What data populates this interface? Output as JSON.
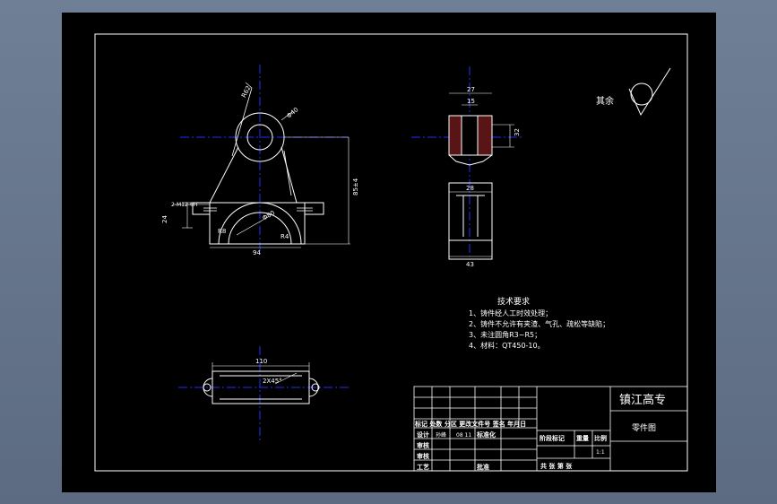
{
  "colors": {
    "background": "#000000",
    "line": "#ffffff",
    "centerline": "#1f2fff",
    "hatch": "#ff3b3b",
    "dimension": "#ffffff",
    "outer_frame": "#6f7f96"
  },
  "drawing": {
    "front_view": {
      "dims": {
        "r_top": "R62",
        "hole": "Φ40",
        "flange_holes": "2-M12-6H",
        "height": "85±4",
        "small_h": "24",
        "bore": "Φ80",
        "outer_r": "R8",
        "half_width": "94",
        "fillet": "R4"
      }
    },
    "side_view": {
      "dims": {
        "top_width": "27",
        "slot": "15",
        "side_h": "32",
        "mid_width": "28",
        "base_width": "43"
      }
    },
    "bottom_view": {
      "dims": {
        "length": "110",
        "label": "2X45°"
      }
    },
    "roughness_label": "其余",
    "tech_requirements": {
      "title": "技术要求",
      "items": [
        "1、铸件经人工时效处理；",
        "2、铸件不允许有夹渣、气孔、疏松等缺陷；",
        "3、未注圆角R3~R5；",
        "4、材料：QT450-10。"
      ]
    }
  },
  "title_block": {
    "school": "镇江高专",
    "part_name": "零件图",
    "row_labels": [
      "设计",
      "审核",
      "审核",
      "工艺"
    ],
    "header_row": "标记 处数 分区 更改文件号 签名 年月日",
    "standardize": "标准化",
    "approve": "批准",
    "designer": "孙峰",
    "date": "08 11",
    "stage_labels": [
      "阶段标记",
      "重量",
      "比例"
    ],
    "scale": "1:1",
    "sheet": "共  张 第  张"
  }
}
